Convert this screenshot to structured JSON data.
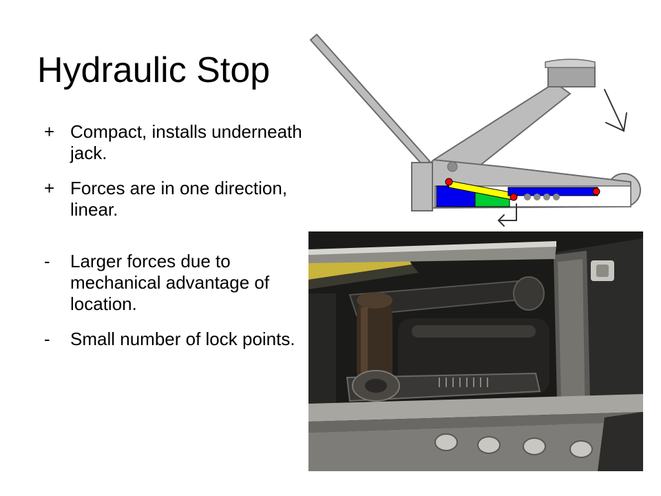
{
  "slide": {
    "title": "Hydraulic Stop",
    "bullets": [
      {
        "marker": "+",
        "text": "Compact, installs underneath jack."
      },
      {
        "marker": "+",
        "text": "Forces are in one direction, linear."
      },
      {
        "marker": "-",
        "text": "Larger forces due to mechanical advantage of location."
      },
      {
        "marker": "-",
        "text": "Small number of lock points."
      }
    ]
  },
  "colors": {
    "text": "#000000",
    "jack_frame": "#bcbcbc",
    "jack_outline": "#6a6a6a",
    "cylinder_blue": "#0000ee",
    "link_yellow": "#ffff00",
    "block_green": "#00cc33",
    "pivot_red": "#ff0000"
  },
  "icons": {
    "down_arrow": "arrow-down-right-icon",
    "return_arrow": "return-arrow-icon"
  }
}
